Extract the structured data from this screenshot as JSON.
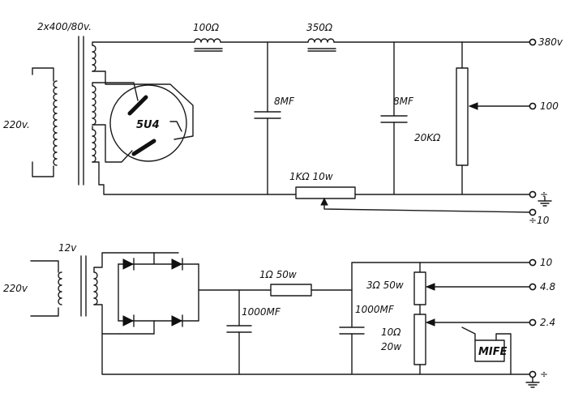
{
  "top_circuit": {
    "transformer_label": "2x400/80v.",
    "primary_label": "220v.",
    "choke1_label": "100Ω",
    "choke2_label": "350Ω",
    "cap1_label": "8MF",
    "cap2_label": "8MF",
    "pot_label": "20KΩ",
    "resistor_label": "1KΩ 10w",
    "tube_label": "5U4",
    "terminals": [
      "380v",
      "100",
      "÷",
      "÷10"
    ]
  },
  "bottom_circuit": {
    "secondary_label": "12v",
    "primary_label": "220v",
    "resistor_label": "1Ω 50w",
    "cap1_label": "1000MF",
    "cap2_label": "1000MF",
    "pot1_label": "3Ω 50w",
    "pot2_label_line1": "10Ω",
    "pot2_label_line2": "20w",
    "meter_label": "MIFE",
    "terminals": [
      "10",
      "4.8",
      "2.4",
      "÷"
    ]
  },
  "colors": {
    "ink": "#111111",
    "paper": "#ffffff"
  }
}
